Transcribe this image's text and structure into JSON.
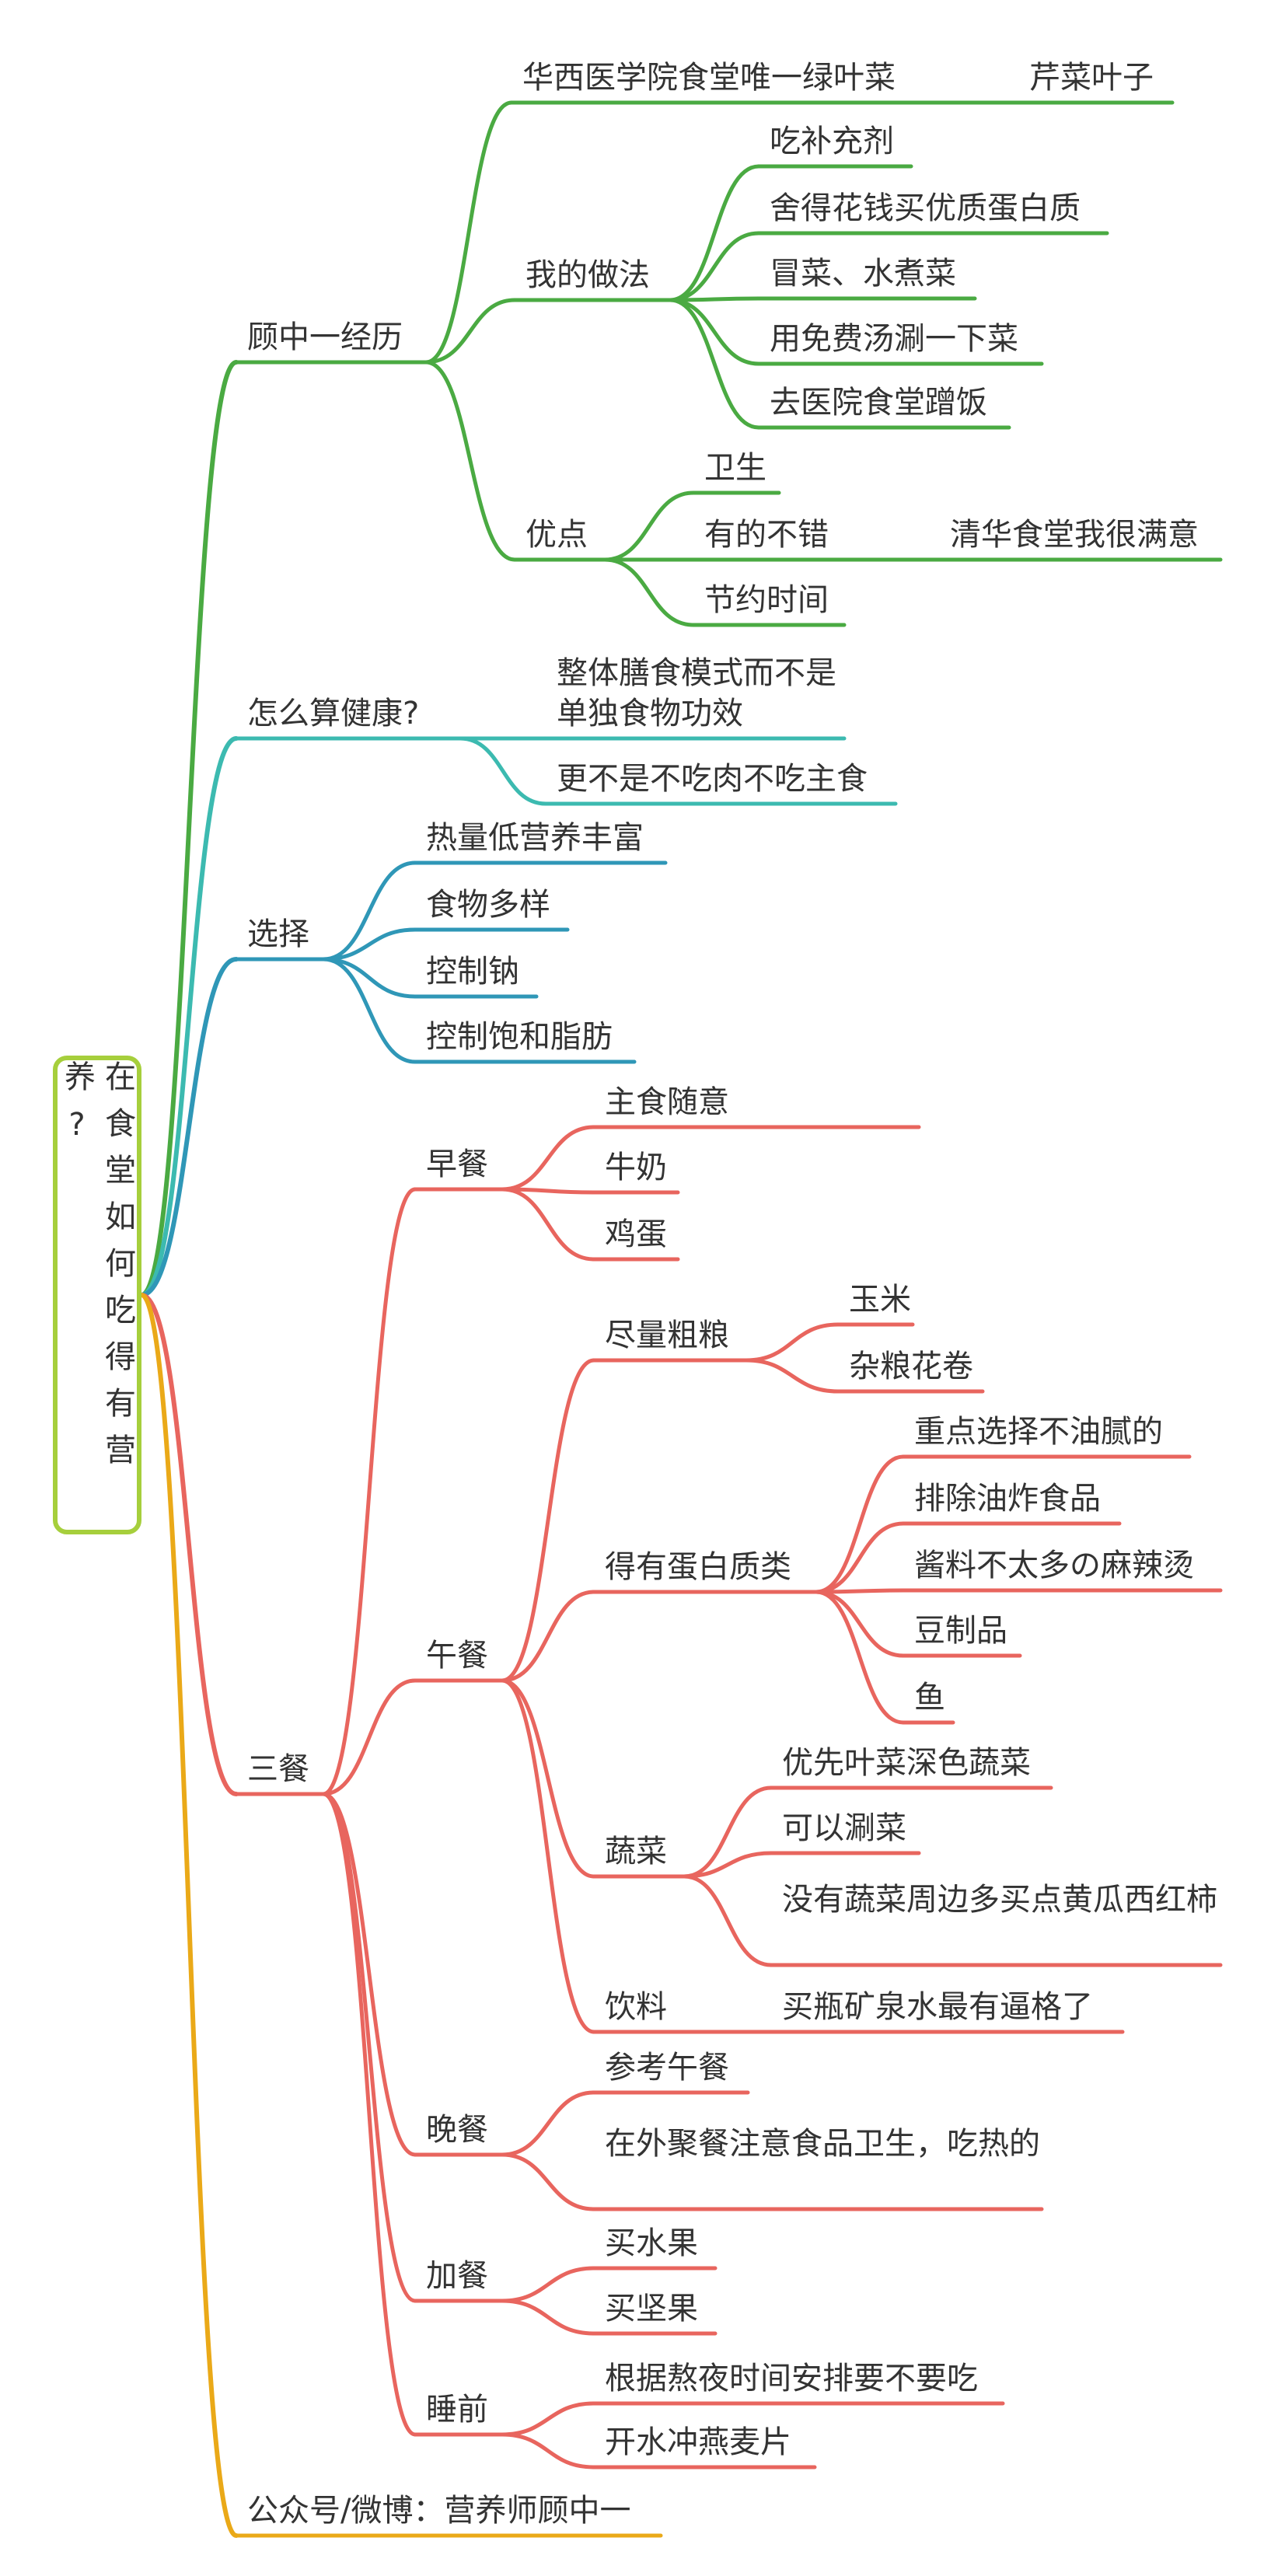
{
  "root": "在食堂如何吃得有营养?",
  "colors": {
    "green": "#4aaa42",
    "teal": "#3cbab0",
    "blue": "#2f97b7",
    "red": "#e8655e",
    "orange": "#eaa918",
    "root_border": "#a6cf3c"
  },
  "nodes": {
    "n1": "顾中一经历",
    "n1a": "华西医学院食堂唯一绿叶菜",
    "n1a1": "芹菜叶子",
    "n1b": "我的做法",
    "n1b1": "吃补充剂",
    "n1b2": "舍得花钱买优质蛋白质",
    "n1b3": "冒菜、水煮菜",
    "n1b4": "用免费汤涮一下菜",
    "n1b5": "去医院食堂蹭饭",
    "n1c": "优点",
    "n1c1": "卫生",
    "n1c2": "有的不错",
    "n1c2a": "清华食堂我很满意",
    "n1c3": "节约时间",
    "n2": "怎么算健康?",
    "n2a": "整体膳食模式而不是单独食物功效",
    "n2b": "更不是不吃肉不吃主食",
    "n3": "选择",
    "n3a": "热量低营养丰富",
    "n3b": "食物多样",
    "n3c": "控制钠",
    "n3d": "控制饱和脂肪",
    "n4": "三餐",
    "n4a": "早餐",
    "n4a1": "主食随意",
    "n4a2": "牛奶",
    "n4a3": "鸡蛋",
    "n4b": "午餐",
    "n4b1": "尽量粗粮",
    "n4b1a": "玉米",
    "n4b1b": "杂粮花卷",
    "n4b2": "得有蛋白质类",
    "n4b2a": "重点选择不油腻的",
    "n4b2b": "排除油炸食品",
    "n4b2c": "酱料不太多の麻辣烫",
    "n4b2d": "豆制品",
    "n4b2e": "鱼",
    "n4b3": "蔬菜",
    "n4b3a": "优先叶菜深色蔬菜",
    "n4b3b": "可以涮菜",
    "n4b3c": "没有蔬菜周边多买点黄瓜西红柿",
    "n4b4": "饮料",
    "n4b4a": "买瓶矿泉水最有逼格了",
    "n4c": "晚餐",
    "n4c1": "参考午餐",
    "n4c2": "在外聚餐注意食品卫生，吃热的",
    "n4d": "加餐",
    "n4d1": "买水果",
    "n4d2": "买坚果",
    "n4e": "睡前",
    "n4e1": "根据熬夜时间安排要不要吃",
    "n4e2": "开水冲燕麦片",
    "n5": "公众号/微博：营养师顾中一"
  }
}
